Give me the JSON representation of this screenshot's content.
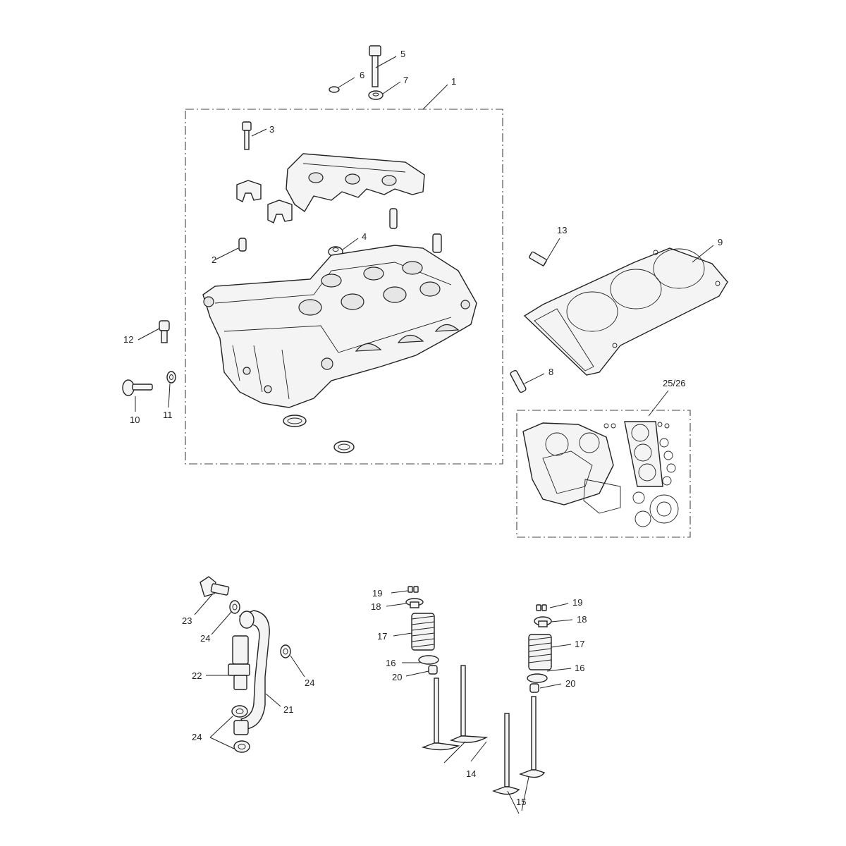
{
  "callouts": {
    "c1": "1",
    "c2": "2",
    "c3": "3",
    "c4": "4",
    "c5": "5",
    "c6": "6",
    "c7": "7",
    "c8": "8",
    "c9": "9",
    "c10": "10",
    "c11": "11",
    "c12": "12",
    "c13": "13",
    "c14": "14",
    "c15": "15",
    "c16a": "16",
    "c16b": "16",
    "c17a": "17",
    "c17b": "17",
    "c18a": "18",
    "c18b": "18",
    "c19a": "19",
    "c19b": "19",
    "c20a": "20",
    "c20b": "20",
    "c21": "21",
    "c22": "22",
    "c23": "23",
    "c24a": "24",
    "c24b": "24",
    "c24c": "24",
    "c2526": "25/26"
  },
  "colors": {
    "line": "#222222",
    "fill": "#f4f4f4",
    "background": "#ffffff"
  }
}
